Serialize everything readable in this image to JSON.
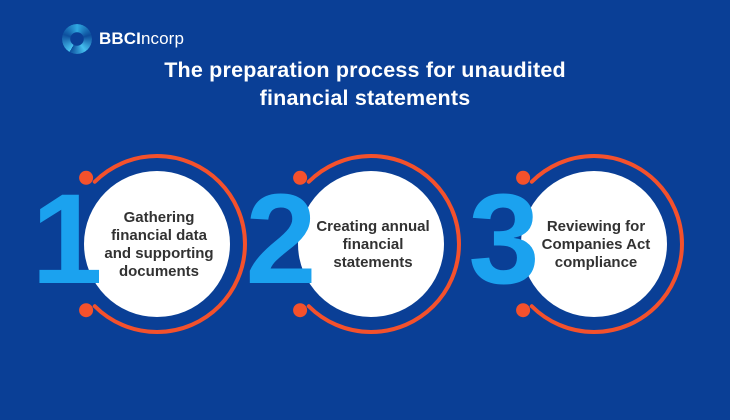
{
  "colors": {
    "background": "#0A3F96",
    "number_blue": "#1BA2EF",
    "arc_orange": "#F4512C",
    "circle_fill": "#FFFFFF",
    "step_text": "#323232",
    "title_text": "#FFFFFF"
  },
  "logo": {
    "icon": "swirl-ring-icon",
    "brand_bold": "BBCI",
    "brand_light": "ncorp"
  },
  "title": {
    "line1": "The preparation process for unaudited",
    "line2": "financial statements"
  },
  "steps": [
    {
      "number": "1",
      "label": "Gathering\nfinancial data\nand supporting\ndocuments"
    },
    {
      "number": "2",
      "label": "Creating annual\nfinancial\nstatements"
    },
    {
      "number": "3",
      "label": "Reviewing for\nCompanies Act\ncompliance"
    }
  ]
}
